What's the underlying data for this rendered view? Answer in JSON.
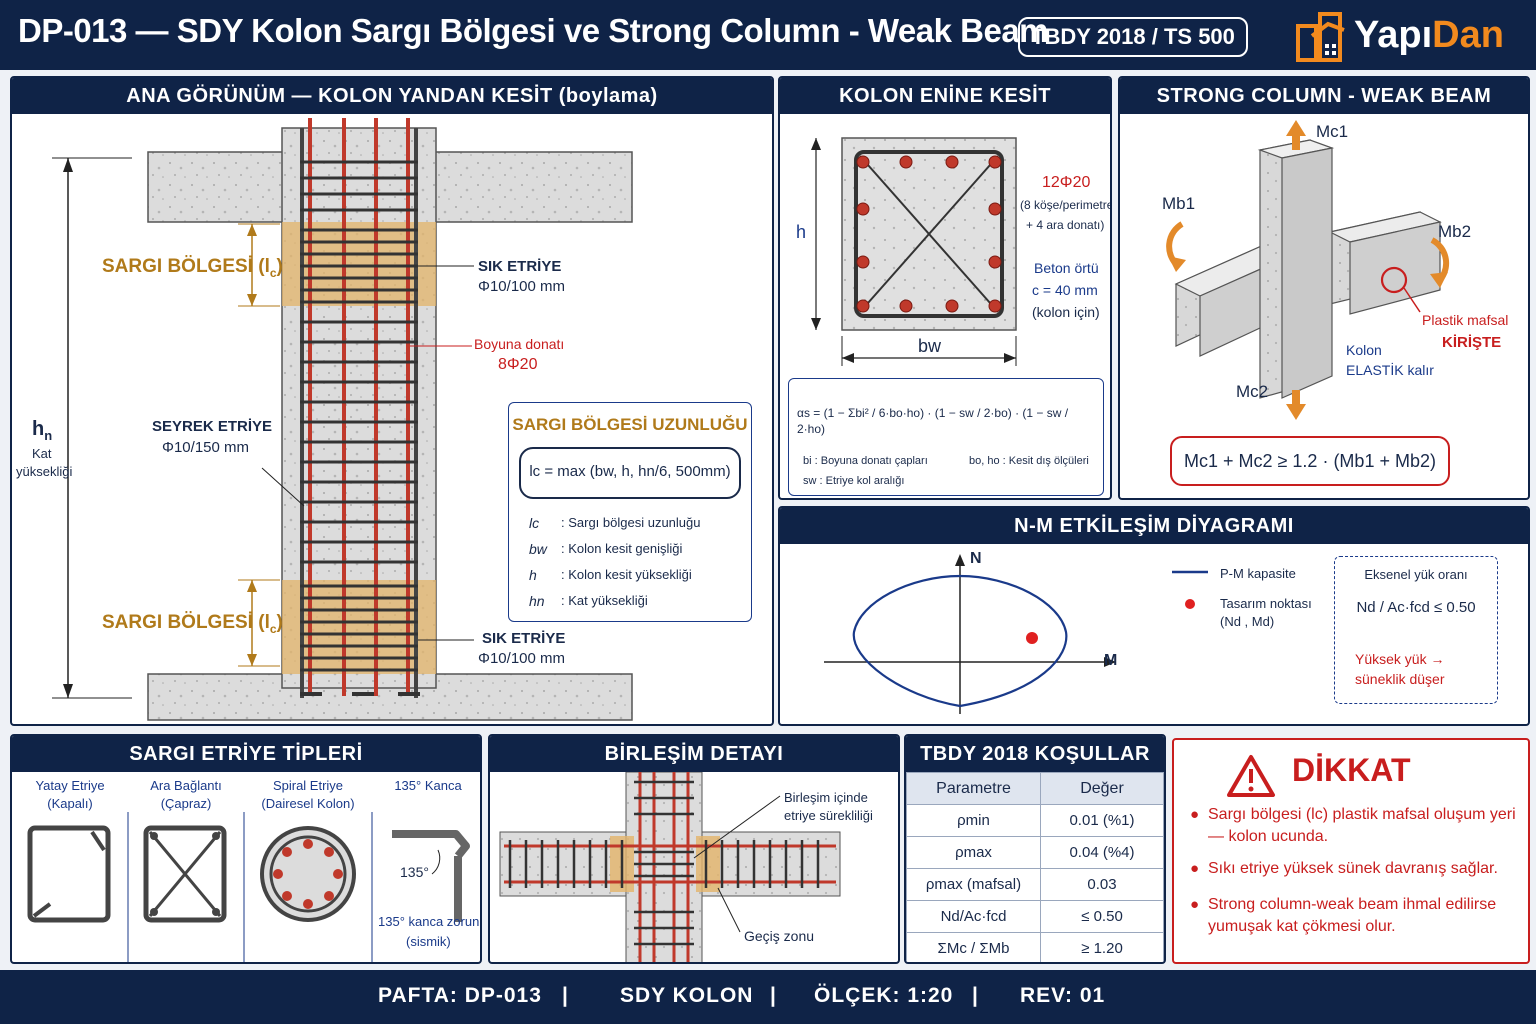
{
  "header": {
    "title": "DP-013 — SDY Kolon Sargı Bölgesi ve Strong Column - Weak Beam",
    "standard": "TBDY 2018 / TS 500",
    "logo_main": "Yapı",
    "logo_accent": "Dan"
  },
  "main_view": {
    "heading": "ANA GÖRÜNÜM — KOLON YANDAN KESİT (boylama)",
    "hn": "h",
    "hn_sub": "n",
    "hn_desc1": "Kat",
    "hn_desc2": "yüksekliği",
    "zone_top": "SARGI BÖLGESİ (l",
    "zone_bottom": "SARGI BÖLGESİ (l",
    "zone_sub": "c",
    "zone_close": ")",
    "dense_title_top": "SIK ETRİYE",
    "dense_spec_top": "Φ10/100 mm",
    "long_bar_title": "Boyuna donatı",
    "long_bar_spec": "8Φ20",
    "sparse_title": "SEYREK ETRİYE",
    "sparse_spec": "Φ10/150 mm",
    "dense_title_bottom": "SIK ETRİYE",
    "dense_spec_bottom": "Φ10/100 mm",
    "conf_box": {
      "title": "SARGI BÖLGESİ UZUNLUĞU",
      "formula": "lc = max (bw, h, hn/6, 500mm)",
      "defs": [
        {
          "sym": "lc",
          "desc": ":  Sargı bölgesi uzunluğu"
        },
        {
          "sym": "bw",
          "desc": ":  Kolon kesit genişliği"
        },
        {
          "sym": "h",
          "desc": ":  Kolon kesit yüksekliği"
        },
        {
          "sym": "hn",
          "desc": ":  Kat yüksekliği"
        }
      ]
    }
  },
  "cross_section": {
    "heading": "KOLON ENİNE KESİT",
    "h": "h",
    "bw": "bw",
    "bars": "12Φ20",
    "bars_note1": "(8 köşe/perimetre",
    "bars_note2": "+ 4 ara donatı)",
    "cover1": "Beton örtü",
    "cover2": "c = 40 mm",
    "cover3": "(kolon için)",
    "alpha_formula": "αs = (1 − Σbi² / 6·bo·ho) · (1 − sw / 2·bo) · (1 − sw / 2·ho)",
    "alpha_def1": "bi   : Boyuna donatı çapları",
    "alpha_def2": "bo, ho : Kesit dış ölçüleri",
    "alpha_def3": "sw  : Etriye kol aralığı"
  },
  "scwb": {
    "heading": "STRONG COLUMN - WEAK BEAM",
    "mc1": "Mc1",
    "mc2": "Mc2",
    "mb1": "Mb1",
    "mb2": "Mb2",
    "hinge1": "Plastik mafsal",
    "hinge2": "KİRİŞTE",
    "col1": "Kolon",
    "col2": "ELASTİK kalır",
    "formula": "Mc1 + Mc2 ≥ 1.2 · (Mb1 + Mb2)"
  },
  "nm": {
    "heading": "N-M ETKİLEŞİM DİYAGRAMI",
    "n_axis": "N",
    "m_axis": "M",
    "legend_curve": "P-M kapasite",
    "legend_point1": "Tasarım noktası",
    "legend_point2": "(Nd , Md)",
    "ratio_title": "Eksenel yük oranı",
    "ratio_formula": "Nd / Ac·fcd ≤ 0.50",
    "ratio_warn1": "Yüksek yük →",
    "ratio_warn2": "süneklik düşer"
  },
  "stirrups": {
    "heading": "SARGI ETRİYE TİPLERİ",
    "types": [
      {
        "l1": "Yatay Etriye",
        "l2": "(Kapalı)"
      },
      {
        "l1": "Ara Bağlantı",
        "l2": "(Çapraz)"
      },
      {
        "l1": "Spiral Etriye",
        "l2": "(Dairesel Kolon)"
      },
      {
        "l1": "135° Kanca",
        "l2": ""
      }
    ],
    "hook_angle": "135°",
    "hook_note1": "135° kanca zorunlu",
    "hook_note2": "(sismik)"
  },
  "joint": {
    "heading": "BİRLEŞİM DETAYI",
    "note1": "Birleşim içinde",
    "note2": "etriye sürekliliği",
    "transition": "Geçiş zonu"
  },
  "conditions": {
    "heading": "TBDY 2018 KOŞULLAR",
    "col_param": "Parametre",
    "col_value": "Değer",
    "rows": [
      {
        "param": "ρmin",
        "value": "0.01 (%1)"
      },
      {
        "param": "ρmax",
        "value": "0.04 (%4)"
      },
      {
        "param": "ρmax (mafsal)",
        "value": "0.03"
      },
      {
        "param": "Nd/Ac·fcd",
        "value": "≤ 0.50"
      },
      {
        "param": "ΣMc / ΣMb",
        "value": "≥ 1.20"
      }
    ]
  },
  "warning": {
    "title": "DİKKAT",
    "items": [
      "Sargı bölgesi (lc) plastik mafsal oluşum yeri — kolon ucunda.",
      "Sıkı etriye yüksek sünek davranış sağlar.",
      "Strong column-weak beam ihmal edilirse yumuşak kat çökmesi olur."
    ]
  },
  "footer": {
    "sheet": "PAFTA:  DP-013",
    "name": "SDY KOLON",
    "scale": "ÖLÇEK:  1:20",
    "rev": "REV:  01",
    "sep": "|"
  },
  "colors": {
    "navy": "#0f2347",
    "gold": "#b07a1a",
    "red": "#c81e1e",
    "rebar": "#c0392b",
    "orange": "#f28a1e"
  }
}
